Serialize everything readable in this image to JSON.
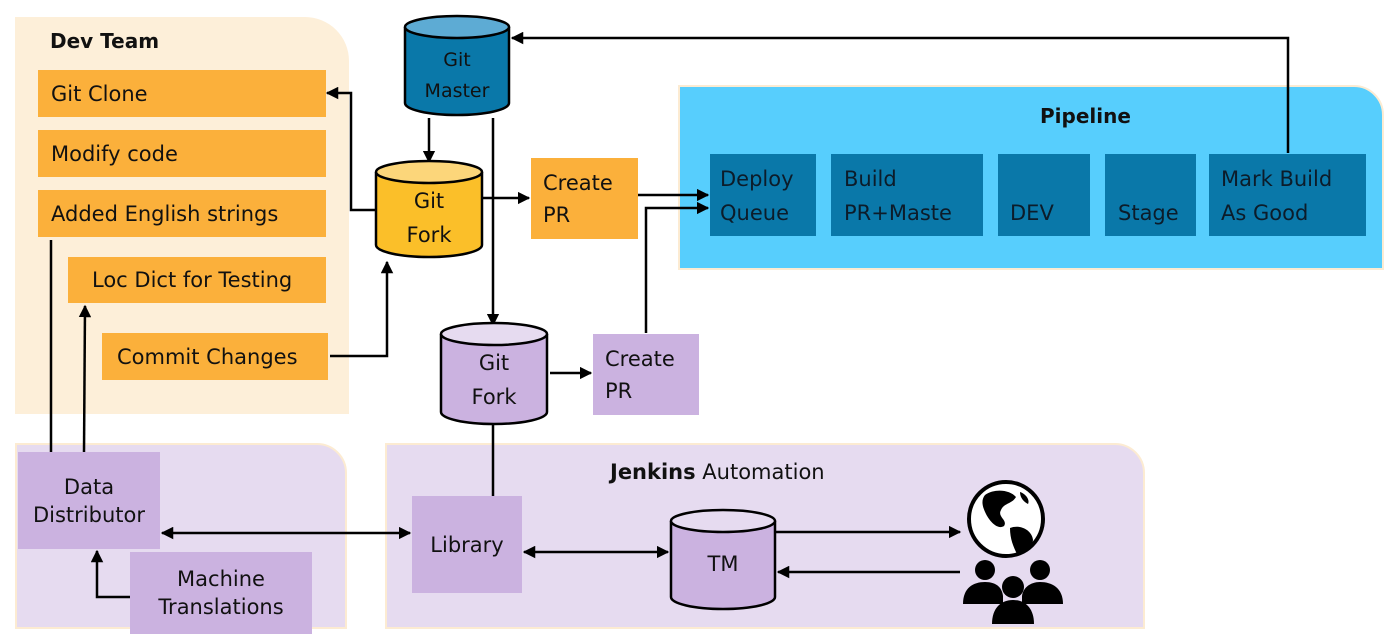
{
  "dev_team": {
    "title": "Dev Team",
    "steps": [
      "Git Clone",
      "Modify code",
      "Added English strings",
      "Loc Dict for Testing",
      "Commit Changes"
    ]
  },
  "repos": {
    "git_master": [
      "Git",
      "Master"
    ],
    "git_fork_orange": [
      "Git",
      "Fork"
    ],
    "git_fork_purple": [
      "Git",
      "Fork"
    ]
  },
  "create_pr_orange": [
    "Create",
    "PR"
  ],
  "create_pr_purple": [
    "Create",
    "PR"
  ],
  "pipeline": {
    "title": "Pipeline",
    "stages": [
      {
        "line1": "Deploy",
        "line2": "Queue"
      },
      {
        "line1": "Build",
        "line2": "PR+Maste"
      },
      {
        "line1": "",
        "line2": "DEV"
      },
      {
        "line1": "",
        "line2": "Stage"
      },
      {
        "line1": "Mark Build",
        "line2": "As Good"
      }
    ]
  },
  "data_distributor": {
    "label": [
      "Data",
      "Distributor"
    ],
    "machine_translations": [
      "Machine",
      "Translations"
    ]
  },
  "jenkins": {
    "title_bold": "Jenkins",
    "title_rest": " Automation",
    "library": "Library",
    "tm": "TM",
    "globe_icon": "globe-icon",
    "people_icon": "people-group-icon"
  },
  "colors": {
    "orange": "#fbb03b",
    "purple": "#cbb2e0",
    "pipeline_bg": "#57cefd",
    "stage": "#0a78a9",
    "dev_bg": "#fdefd9",
    "automation_bg": "#e6dbf0",
    "master_cyl": "#0a78a9",
    "fork_cyl": "#fbbf29"
  }
}
